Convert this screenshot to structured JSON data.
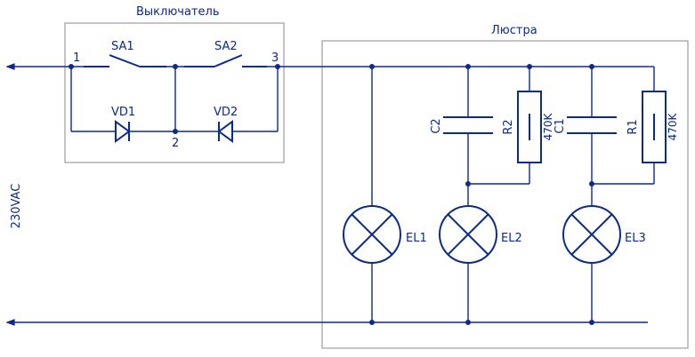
{
  "switch_block": {
    "title": "Выключатель"
  },
  "chandelier": {
    "title": "Люстра"
  },
  "supply": {
    "label": "230VAC"
  },
  "nodes": {
    "n1": "1",
    "n2": "2",
    "n3": "3"
  },
  "switches": {
    "sa1": "SA1",
    "sa2": "SA2"
  },
  "diodes": {
    "vd1": "VD1",
    "vd2": "VD2"
  },
  "capacitors": {
    "c1": "C1",
    "c2": "C2"
  },
  "resistors": {
    "r1": {
      "ref": "R1",
      "value": "470K"
    },
    "r2": {
      "ref": "R2",
      "value": "470K"
    }
  },
  "lamps": {
    "el1": "EL1",
    "el2": "EL2",
    "el3": "EL3"
  },
  "colors": {
    "wire": "#0a2a8c",
    "frame": "#8a8a8a"
  }
}
